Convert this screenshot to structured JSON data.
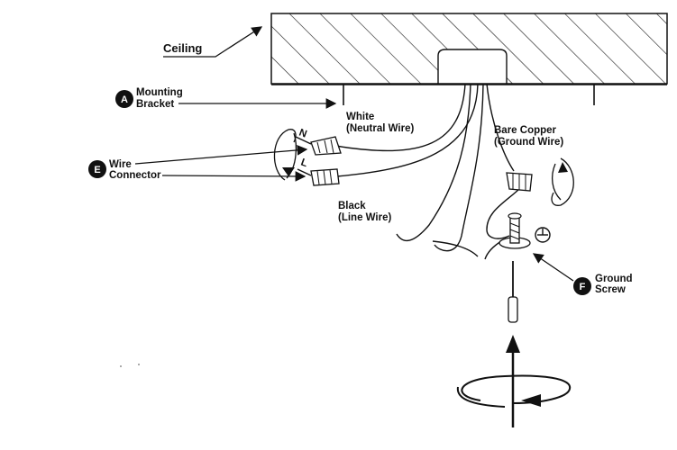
{
  "labels": {
    "ceiling": "Ceiling",
    "mounting_bracket": [
      "Mounting",
      "Bracket"
    ],
    "white_wire": [
      "White",
      "(Neutral Wire)"
    ],
    "bare_copper": [
      "Bare Copper",
      "(Ground Wire)"
    ],
    "wire_connector": [
      "Wire",
      "Connector"
    ],
    "black_wire": [
      "Black",
      "(Line Wire)"
    ],
    "ground_screw": [
      "Ground",
      "Screw"
    ]
  },
  "badges": {
    "a": "A",
    "e": "E",
    "f": "F"
  },
  "wire_marks": {
    "neutral": "N",
    "line": "L"
  },
  "colors": {
    "ink": "#111111",
    "badge_fill": "#111111",
    "background": "#ffffff"
  }
}
